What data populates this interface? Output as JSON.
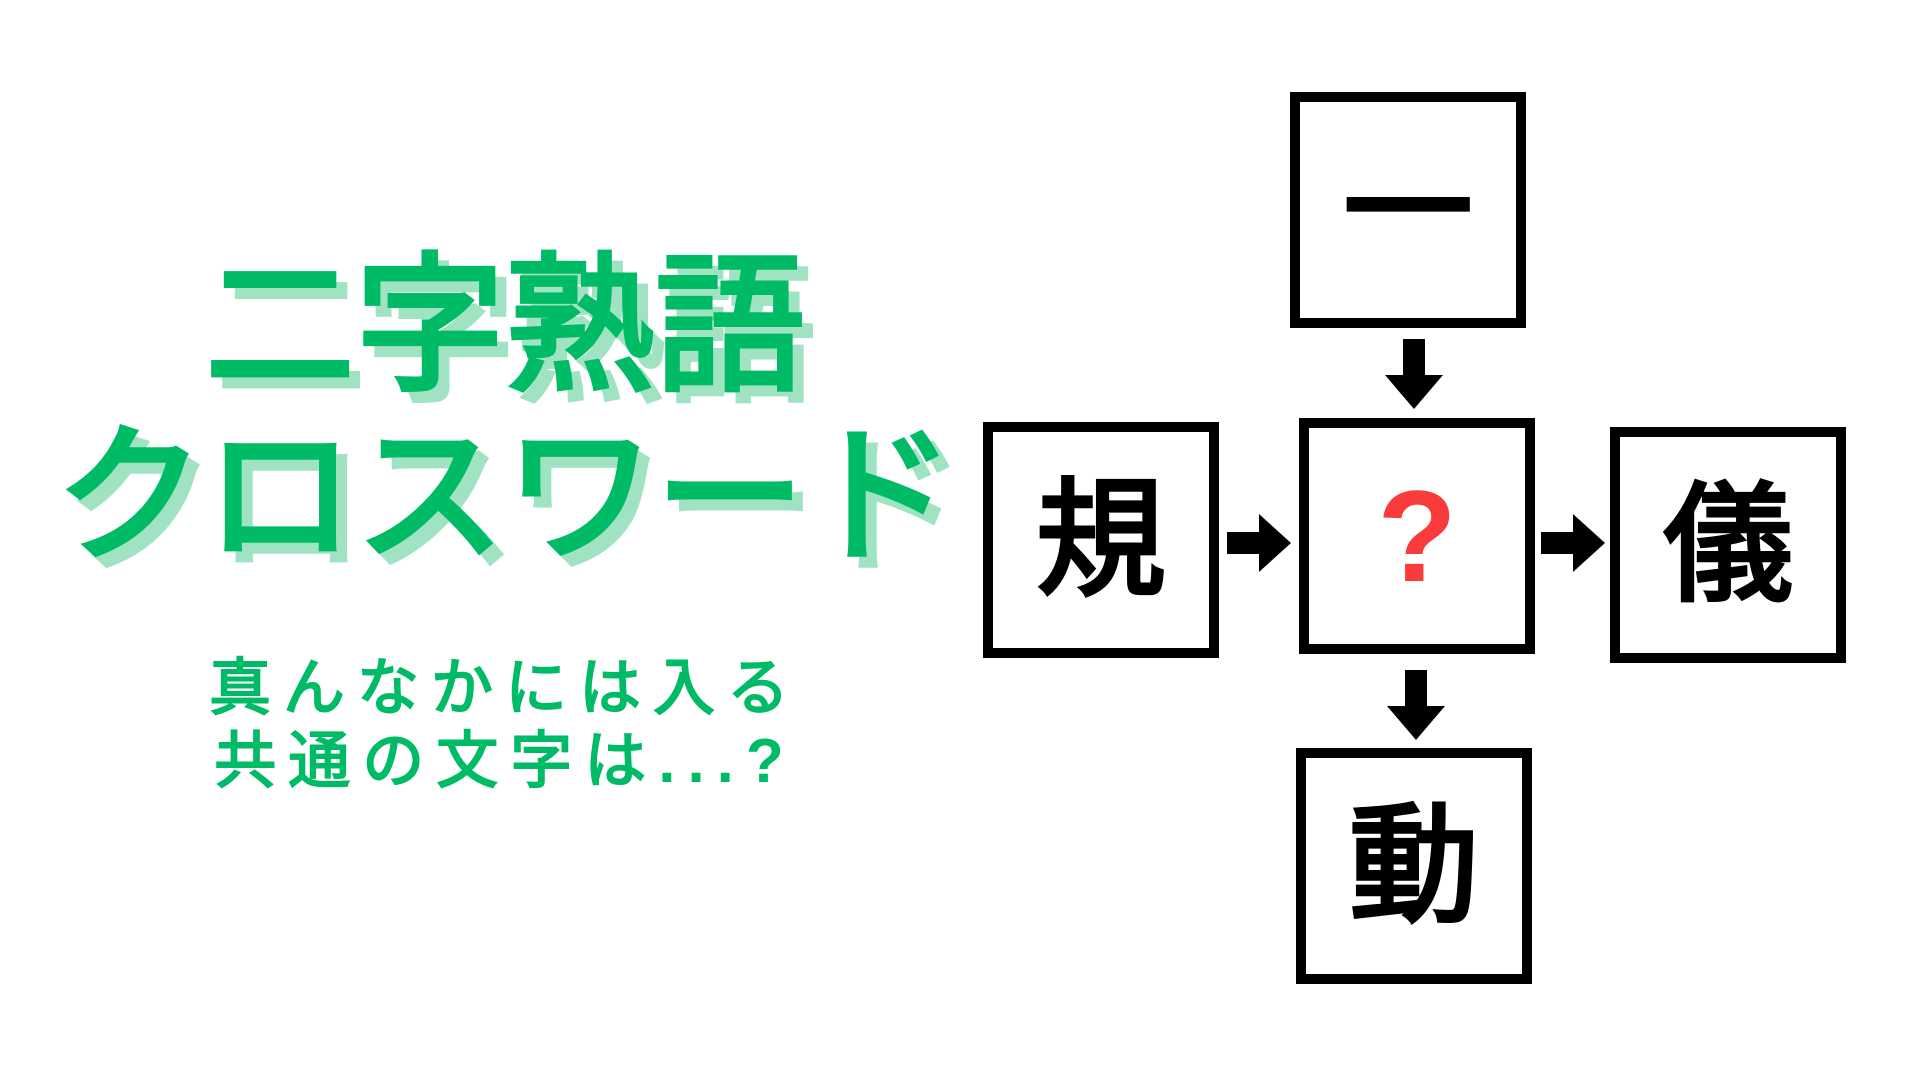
{
  "colors": {
    "background": "#ffffff",
    "green": "#00bb66",
    "green_shadow": "#9fe3c2",
    "red": "#fa3b3b",
    "ink": "#000000"
  },
  "title": {
    "line1": "二字熟語",
    "line2": "クロスワード"
  },
  "subtitle": {
    "line1": "真んなかには入る",
    "line2": "共通の文字は...?"
  },
  "puzzle": {
    "cells": {
      "top": {
        "char": "一"
      },
      "left": {
        "char": "規"
      },
      "center": {
        "char": "?",
        "highlighted": true
      },
      "right": {
        "char": "儀"
      },
      "bottom": {
        "char": "動"
      }
    },
    "arrows": {
      "top_to_center": "down",
      "left_to_center": "right",
      "center_to_right": "right",
      "center_to_bottom": "down"
    }
  }
}
